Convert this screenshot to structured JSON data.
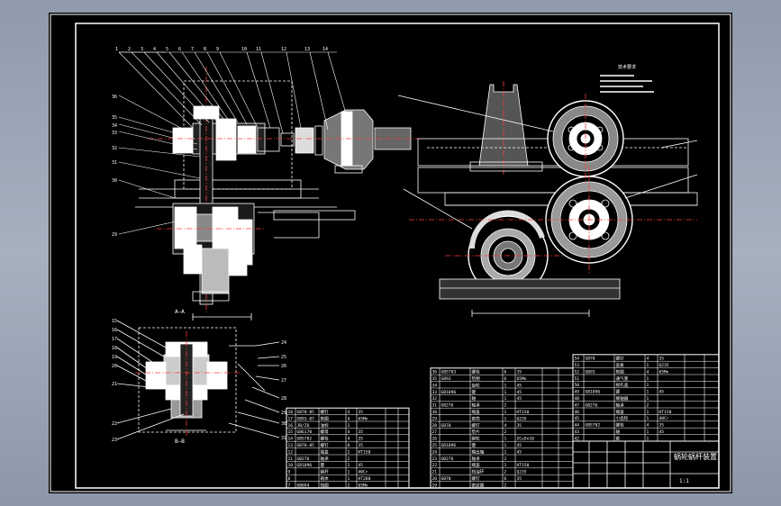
{
  "drawing": {
    "title_block_name": "蜗轮蜗杆装置",
    "title_block_sheet": "1:1",
    "section_label_a": "A—A",
    "section_label_b": "B—B",
    "dimension_note": "技术要求",
    "colors": {
      "background": "#000000",
      "frame": "#ffffff",
      "leader": "#ffffff",
      "center": "#ff3b3b",
      "hidden": "#7ad7ff",
      "hatch": "#d9d9d9"
    }
  },
  "parts_table_left": {
    "rows": [
      [
        "18",
        "GB70-85",
        "螺钉",
        "4",
        "35",
        "",
        ""
      ],
      [
        "17",
        "GB93-87",
        "垫圈",
        "4",
        "65Mn",
        "",
        ""
      ],
      [
        "16",
        "JB/ZQ",
        "油标",
        "1",
        "",
        "",
        ""
      ],
      [
        "15",
        "GB6170",
        "螺母",
        "4",
        "35",
        "",
        ""
      ],
      [
        "14",
        "GB5782",
        "螺栓",
        "4",
        "35",
        "",
        ""
      ],
      [
        "13",
        "GB70-85",
        "螺钉",
        "8",
        "35",
        "",
        ""
      ],
      [
        "12",
        "",
        "端盖",
        "2",
        "HT150",
        "",
        ""
      ],
      [
        "11",
        "GB276",
        "轴承",
        "2",
        "",
        "",
        ""
      ],
      [
        "10",
        "GB1096",
        "键",
        "1",
        "45",
        "",
        ""
      ],
      [
        "9",
        "",
        "蜗杆",
        "1",
        "40Cr",
        "",
        ""
      ],
      [
        "8",
        "",
        "箱体",
        "1",
        "HT200",
        "",
        ""
      ],
      [
        "7",
        "GB894",
        "挡圈",
        "2",
        "65Mn",
        "",
        ""
      ]
    ]
  },
  "parts_table_middle": {
    "rows": [
      [
        "36",
        "GB5783",
        "螺栓",
        "6",
        "35",
        "",
        ""
      ],
      [
        "35",
        "GB93",
        "垫圈",
        "6",
        "65Mn",
        "",
        ""
      ],
      [
        "34",
        "",
        "齿轮",
        "1",
        "45",
        "",
        ""
      ],
      [
        "33",
        "GB1096",
        "键",
        "1",
        "45",
        "",
        ""
      ],
      [
        "32",
        "",
        "轴",
        "1",
        "45",
        "",
        ""
      ],
      [
        "31",
        "GB276",
        "轴承",
        "2",
        "",
        "",
        ""
      ],
      [
        "30",
        "",
        "端盖",
        "1",
        "HT150",
        "",
        ""
      ],
      [
        "29",
        "",
        "套筒",
        "1",
        "Q235",
        "",
        ""
      ],
      [
        "28",
        "GB70",
        "螺钉",
        "4",
        "35",
        "",
        ""
      ],
      [
        "27",
        "",
        "垫片",
        "2",
        "",
        "",
        ""
      ],
      [
        "26",
        "",
        "蜗轮",
        "1",
        "ZCuSn10",
        "",
        ""
      ],
      [
        "25",
        "GB1096",
        "键",
        "1",
        "45",
        "",
        ""
      ],
      [
        "24",
        "",
        "输出轴",
        "1",
        "45",
        "",
        ""
      ],
      [
        "23",
        "GB276",
        "轴承",
        "2",
        "",
        "",
        ""
      ],
      [
        "22",
        "",
        "端盖",
        "1",
        "HT150",
        "",
        ""
      ],
      [
        "21",
        "",
        "挡油环",
        "2",
        "Q235",
        "",
        ""
      ],
      [
        "20",
        "GB70",
        "螺钉",
        "6",
        "35",
        "",
        ""
      ],
      [
        "19",
        "",
        "密封圈",
        "2",
        "",
        "",
        ""
      ]
    ]
  },
  "parts_table_right": {
    "rows": [
      [
        "54",
        "GB70",
        "螺钉",
        "4",
        "35",
        "",
        ""
      ],
      [
        "53",
        "",
        "盖板",
        "1",
        "Q235",
        "",
        ""
      ],
      [
        "52",
        "GB93",
        "垫圈",
        "4",
        "65Mn",
        "",
        ""
      ],
      [
        "51",
        "",
        "通气塞",
        "1",
        "",
        "",
        ""
      ],
      [
        "50",
        "",
        "视孔盖",
        "1",
        "",
        "",
        ""
      ],
      [
        "49",
        "GB1096",
        "键",
        "1",
        "45",
        "",
        ""
      ],
      [
        "48",
        "",
        "联轴器",
        "1",
        "",
        "",
        ""
      ],
      [
        "47",
        "GB276",
        "轴承",
        "2",
        "",
        "",
        ""
      ],
      [
        "46",
        "",
        "端盖",
        "1",
        "HT150",
        "",
        ""
      ],
      [
        "45",
        "",
        "小齿轮",
        "1",
        "40Cr",
        "",
        ""
      ],
      [
        "44",
        "GB5782",
        "螺栓",
        "4",
        "35",
        "",
        ""
      ],
      [
        "43",
        "",
        "轴",
        "1",
        "45",
        "",
        ""
      ],
      [
        "42",
        "",
        "套",
        "1",
        "",
        "",
        ""
      ]
    ]
  }
}
